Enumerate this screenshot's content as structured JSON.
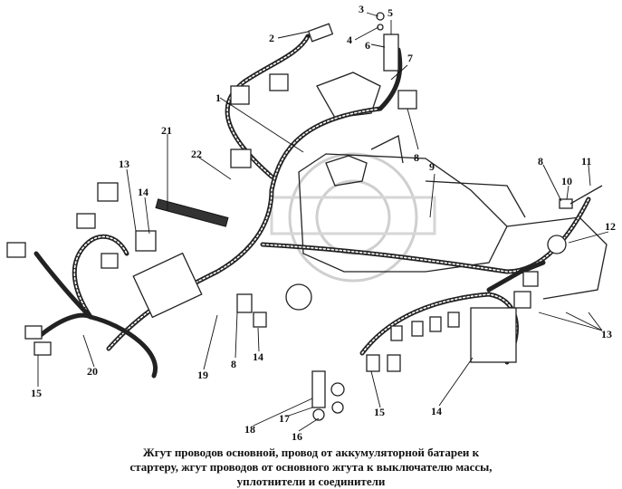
{
  "diagram": {
    "labels": [
      {
        "id": "1",
        "text": "1"
      },
      {
        "id": "2",
        "text": "2"
      },
      {
        "id": "3",
        "text": "3"
      },
      {
        "id": "4",
        "text": "4"
      },
      {
        "id": "5",
        "text": "5"
      },
      {
        "id": "6",
        "text": "6"
      },
      {
        "id": "7",
        "text": "7"
      },
      {
        "id": "8a",
        "text": "8"
      },
      {
        "id": "9",
        "text": "9"
      },
      {
        "id": "8b",
        "text": "8"
      },
      {
        "id": "10",
        "text": "10"
      },
      {
        "id": "11",
        "text": "11"
      },
      {
        "id": "12",
        "text": "12"
      },
      {
        "id": "13a",
        "text": "13"
      },
      {
        "id": "13b",
        "text": "13"
      },
      {
        "id": "14a",
        "text": "14"
      },
      {
        "id": "14b",
        "text": "14"
      },
      {
        "id": "14c",
        "text": "14"
      },
      {
        "id": "15a",
        "text": "15"
      },
      {
        "id": "15b",
        "text": "15"
      },
      {
        "id": "16",
        "text": "16"
      },
      {
        "id": "17",
        "text": "17"
      },
      {
        "id": "18",
        "text": "18"
      },
      {
        "id": "19",
        "text": "19"
      },
      {
        "id": "20",
        "text": "20"
      },
      {
        "id": "21",
        "text": "21"
      },
      {
        "id": "22",
        "text": "22"
      },
      {
        "id": "8c",
        "text": "8"
      }
    ],
    "caption": [
      "Жгут проводов основной, провод от аккумуляторной батареи к",
      "стартеру, жгут проводов от основного жгута к выключателю массы,",
      "уплотнители и соединители"
    ]
  }
}
